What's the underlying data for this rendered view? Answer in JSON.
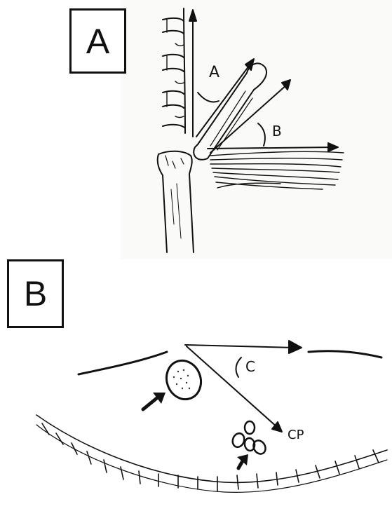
{
  "panels": {
    "a": {
      "box_label": "A",
      "angle_a_label": "A",
      "angle_b_label": "B"
    },
    "b": {
      "box_label": "B",
      "angle_c_label": "C",
      "cp_label": "CP"
    }
  },
  "colors": {
    "ink": "#111111",
    "paper": "#ffffff",
    "sketch_bg": "#fafaf9"
  }
}
